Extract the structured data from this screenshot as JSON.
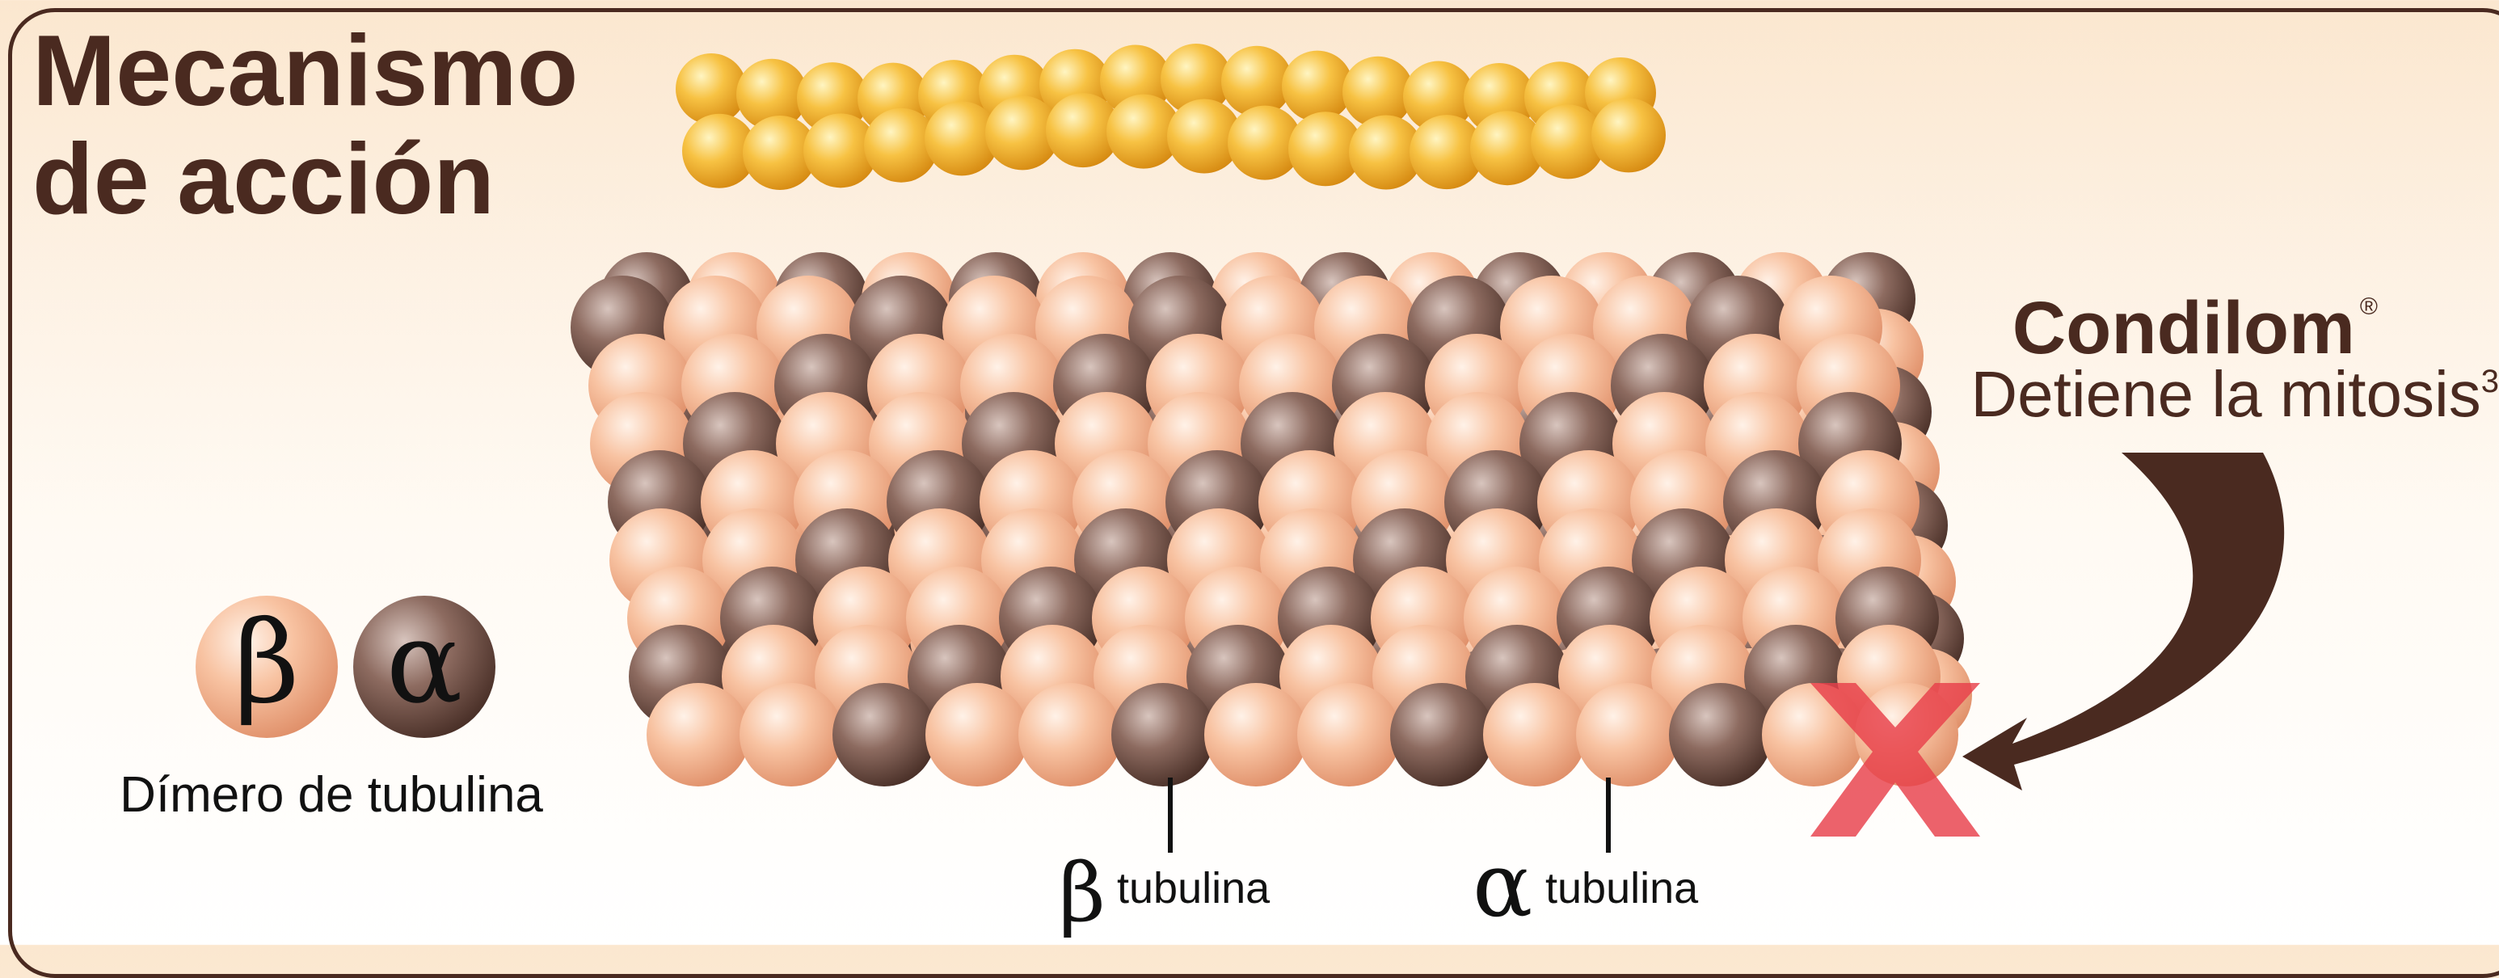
{
  "title_line1": "Mecanismo",
  "title_line2": "de acción",
  "brand": {
    "name": "Condilom",
    "registered_mark": "®",
    "tagline": "Detiene la mitosis",
    "tagline_superscript": "3"
  },
  "legend": {
    "beta_symbol": "β",
    "alpha_symbol": "α",
    "label": "Dímero de tubulina"
  },
  "labels": {
    "beta_symbol": "β",
    "beta_text": "tubulina",
    "alpha_symbol": "α",
    "alpha_text": "tubulina"
  },
  "colors": {
    "text_dark": "#4a2a20",
    "beta_tubulin": "#f6b791",
    "alpha_tubulin": "#7a5a4f",
    "drug_molecule": "#f4b332",
    "stop_mark": "#e8404a"
  }
}
